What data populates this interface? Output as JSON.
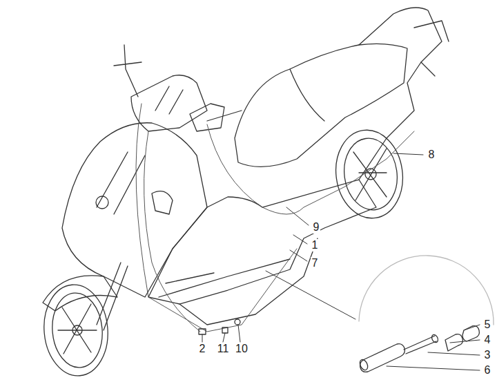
{
  "diagram": {
    "labels": [
      "8",
      "9",
      "1",
      "7",
      "5",
      "4",
      "3",
      "6",
      "2",
      "11",
      "10"
    ]
  }
}
